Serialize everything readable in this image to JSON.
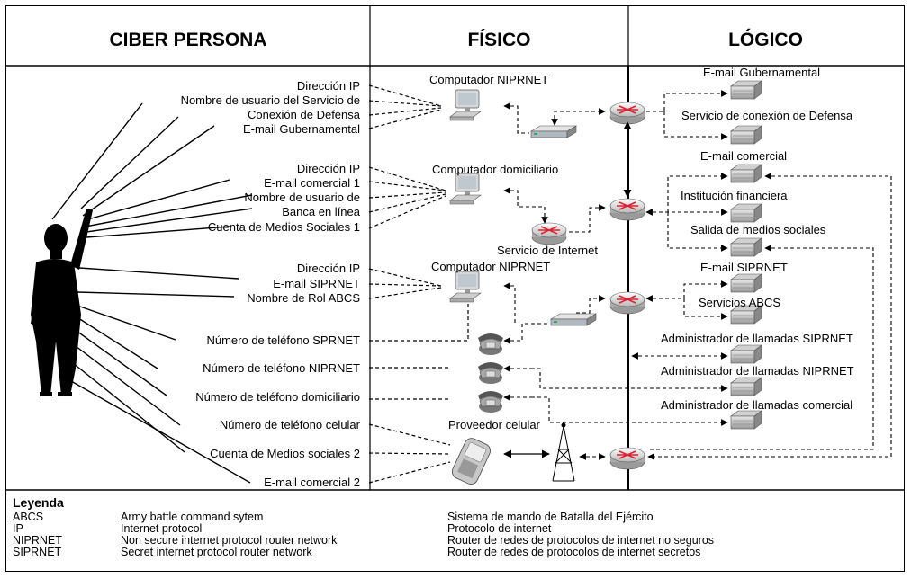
{
  "headers": {
    "ciber": "CIBER PERSONA",
    "fisico": "FÍSICO",
    "logico": "LÓGICO"
  },
  "persona": {
    "g1": [
      "Dirección IP",
      "Nombre de usuario del Servicio de",
      "Conexión de Defensa",
      "E-mail Gubernamental"
    ],
    "g2": [
      "Dirección IP",
      "E-mail comercial 1",
      "Nombre de usuario de",
      "Banca en línea",
      "Cuenta de Medios Sociales 1"
    ],
    "g3": [
      "Dirección IP",
      "E-mail SIPRNET",
      "Nombre de Rol ABCS"
    ],
    "boxed": [
      "Número de teléfono  SPRNET",
      "Número de teléfono  NIPRNET",
      "Número de teléfono domiciliario",
      "Número de teléfono  celular",
      "Cuenta de Medios sociales 2",
      "E-mail comercial 2"
    ]
  },
  "fisico": {
    "pc1": "Computador NIPRNET",
    "pc2": "Computador domiciliario",
    "isp": "Servicio de Internet",
    "pc3": "Computador NIPRNET",
    "cell": "Proveedor celular"
  },
  "logico": [
    "E-mail Gubernamental",
    "Servicio de conexión de Defensa",
    "E-mail comercial",
    "Institución financiera",
    "Salida de medios sociales",
    "E-mail SIPRNET",
    "Servicios ABCS",
    "Administrador de llamadas SIPRNET",
    "Administrador de llamadas NIPRNET",
    "Administrador de llamadas comercial"
  ],
  "legend": {
    "title": "Leyenda",
    "rows": [
      {
        "abbr": "ABCS",
        "en": "Army battle command sytem",
        "es": "Sistema de mando de Batalla del Ejército"
      },
      {
        "abbr": "IP",
        "en": "Internet protocol",
        "es": "Protocolo de internet"
      },
      {
        "abbr": "NIPRNET",
        "en": "Non secure internet protocol router network",
        "es": "Router de redes de protocolos de internet no seguros"
      },
      {
        "abbr": "SIPRNET",
        "en": "Secret internet protocol router network",
        "es": "Router de redes de protocolos de internet secretos"
      }
    ]
  }
}
